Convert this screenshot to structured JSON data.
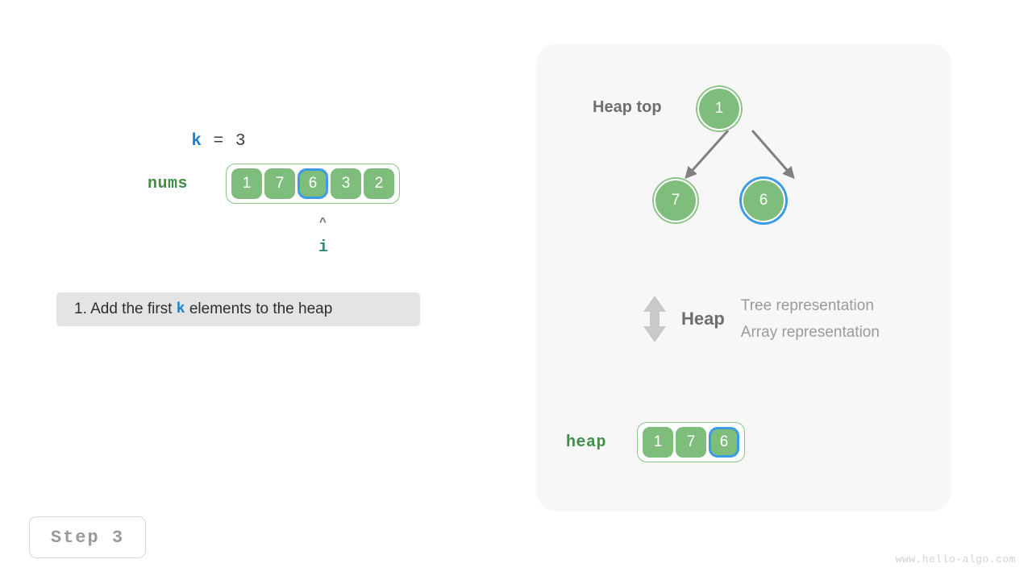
{
  "left": {
    "k_var": "k",
    "k_eq": " = ",
    "k_value": "3",
    "nums_label": "nums",
    "nums_values": [
      "1",
      "7",
      "6",
      "3",
      "2"
    ],
    "nums_highlight_index": 2,
    "pointer_caret": "^",
    "pointer_label": "i",
    "caption_prefix": "1. Add the first ",
    "caption_highlight": "k",
    "caption_suffix": " elements to the heap"
  },
  "step_badge": {
    "label": "Step 3"
  },
  "watermark": {
    "text": "www.hello-algo.com"
  },
  "right": {
    "heap_top_label": "Heap top",
    "tree_nodes": [
      {
        "value": "1",
        "highlighted": false
      },
      {
        "value": "7",
        "highlighted": false
      },
      {
        "value": "6",
        "highlighted": true
      }
    ],
    "legend": {
      "icon": "double-arrow-vertical-icon",
      "heap_word": "Heap",
      "line1": "Tree representation",
      "line2": "Array representation"
    },
    "heap_label": "heap",
    "heap_values": [
      "1",
      "7",
      "6"
    ],
    "heap_highlight_index": 2
  },
  "colors": {
    "node_green": "#7fbd7c",
    "ring_green": "#8cc488",
    "highlight_blue": "#3f9ae5",
    "label_green": "#3e8e48",
    "var_blue": "#1f7fcc",
    "panel_bg": "#f7f7f7",
    "caption_bg": "#e4e4e4",
    "gray_text": "#9a9a9a",
    "arrow_gray": "#808080"
  }
}
